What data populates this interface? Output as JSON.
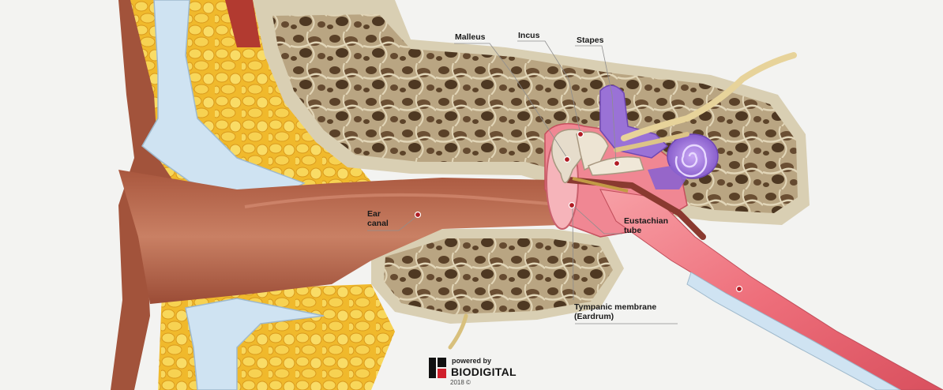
{
  "labels": {
    "malleus": "Malleus",
    "incus": "Incus",
    "stapes": "Stapes",
    "ear_canal": "Ear\ncanal",
    "eustachian_tube": "Eustachian\ntube",
    "tympanic_membrane": "Tympanic membrane\n(Eardrum)"
  },
  "branding": {
    "powered_by": "powered by",
    "name": "BIODIGITAL",
    "copyright": "2018 ©"
  },
  "colors": {
    "background": "#f3f3f1",
    "bone": "#d8cdb0",
    "bone_dark": "#5b4530",
    "fat": "#f4c437",
    "cartilage": "#cfe3f2",
    "canal_skin": "#bf7255",
    "tube_pink": "#f0707c",
    "cochlea": "#9a72d6",
    "nerve": "#e7d39a",
    "marker": "#b01c24"
  },
  "icons": [
    "biodigital-logo-icon"
  ]
}
